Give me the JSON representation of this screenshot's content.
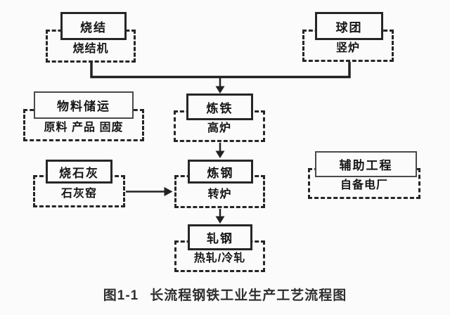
{
  "nodes": [
    {
      "title": "烧结",
      "sub": "烧结机"
    },
    {
      "title": "球团",
      "sub": "竖炉"
    },
    {
      "title": "物料储运",
      "sub": "原料 产品 固废"
    },
    {
      "title": "炼铁",
      "sub": "高炉"
    },
    {
      "title": "烧石灰",
      "sub": "石灰窑"
    },
    {
      "title": "炼钢",
      "sub": "转炉"
    },
    {
      "title": "辅助工程",
      "sub": "自备电厂"
    },
    {
      "title": "轧钢",
      "sub": "热轧/冷轧"
    }
  ],
  "caption": {
    "prefix": "图1-1",
    "text": "长流程钢铁工业生产工艺流程图"
  },
  "colors": {
    "line": "#222222",
    "border_strong": "#262626",
    "border_medium": "#4a4a4a",
    "background": "#fbfbfb",
    "text": "#161616"
  }
}
